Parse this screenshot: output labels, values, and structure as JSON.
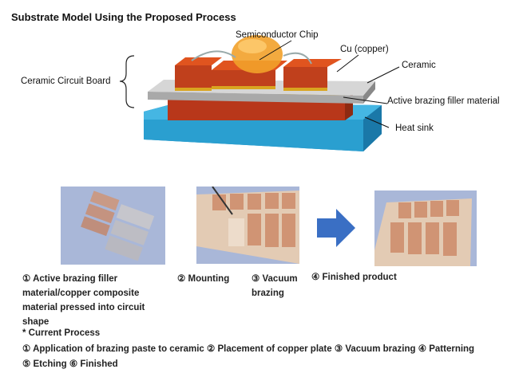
{
  "title": "Substrate Model Using the Proposed Process",
  "labels": {
    "chip": "Semiconductor Chip",
    "cu": "Cu (copper)",
    "ceramic": "Ceramic",
    "board": "Ceramic Circuit Board",
    "filler": "Active brazing filler material",
    "heatsink": "Heat sink"
  },
  "steps": [
    {
      "label": "① Active brazing filler material/copper composite material pressed into circuit shape"
    },
    {
      "label": "② Mounting"
    },
    {
      "label": "③ Vacuum brazing"
    },
    {
      "label": "④ Finished product"
    }
  ],
  "current": {
    "heading": "* Current Process",
    "line1": "① Application of brazing paste to ceramic ② Placement of copper plate ③ Vacuum brazing ④ Patterning",
    "line2": "⑤ Etching ⑥ Finished"
  },
  "colors": {
    "copper": "#c9401a",
    "ceramic": "#b8b8b8",
    "heatsink": "#2a9fd0",
    "filler": "#d9a520",
    "arrow": "#3a6fc4"
  }
}
